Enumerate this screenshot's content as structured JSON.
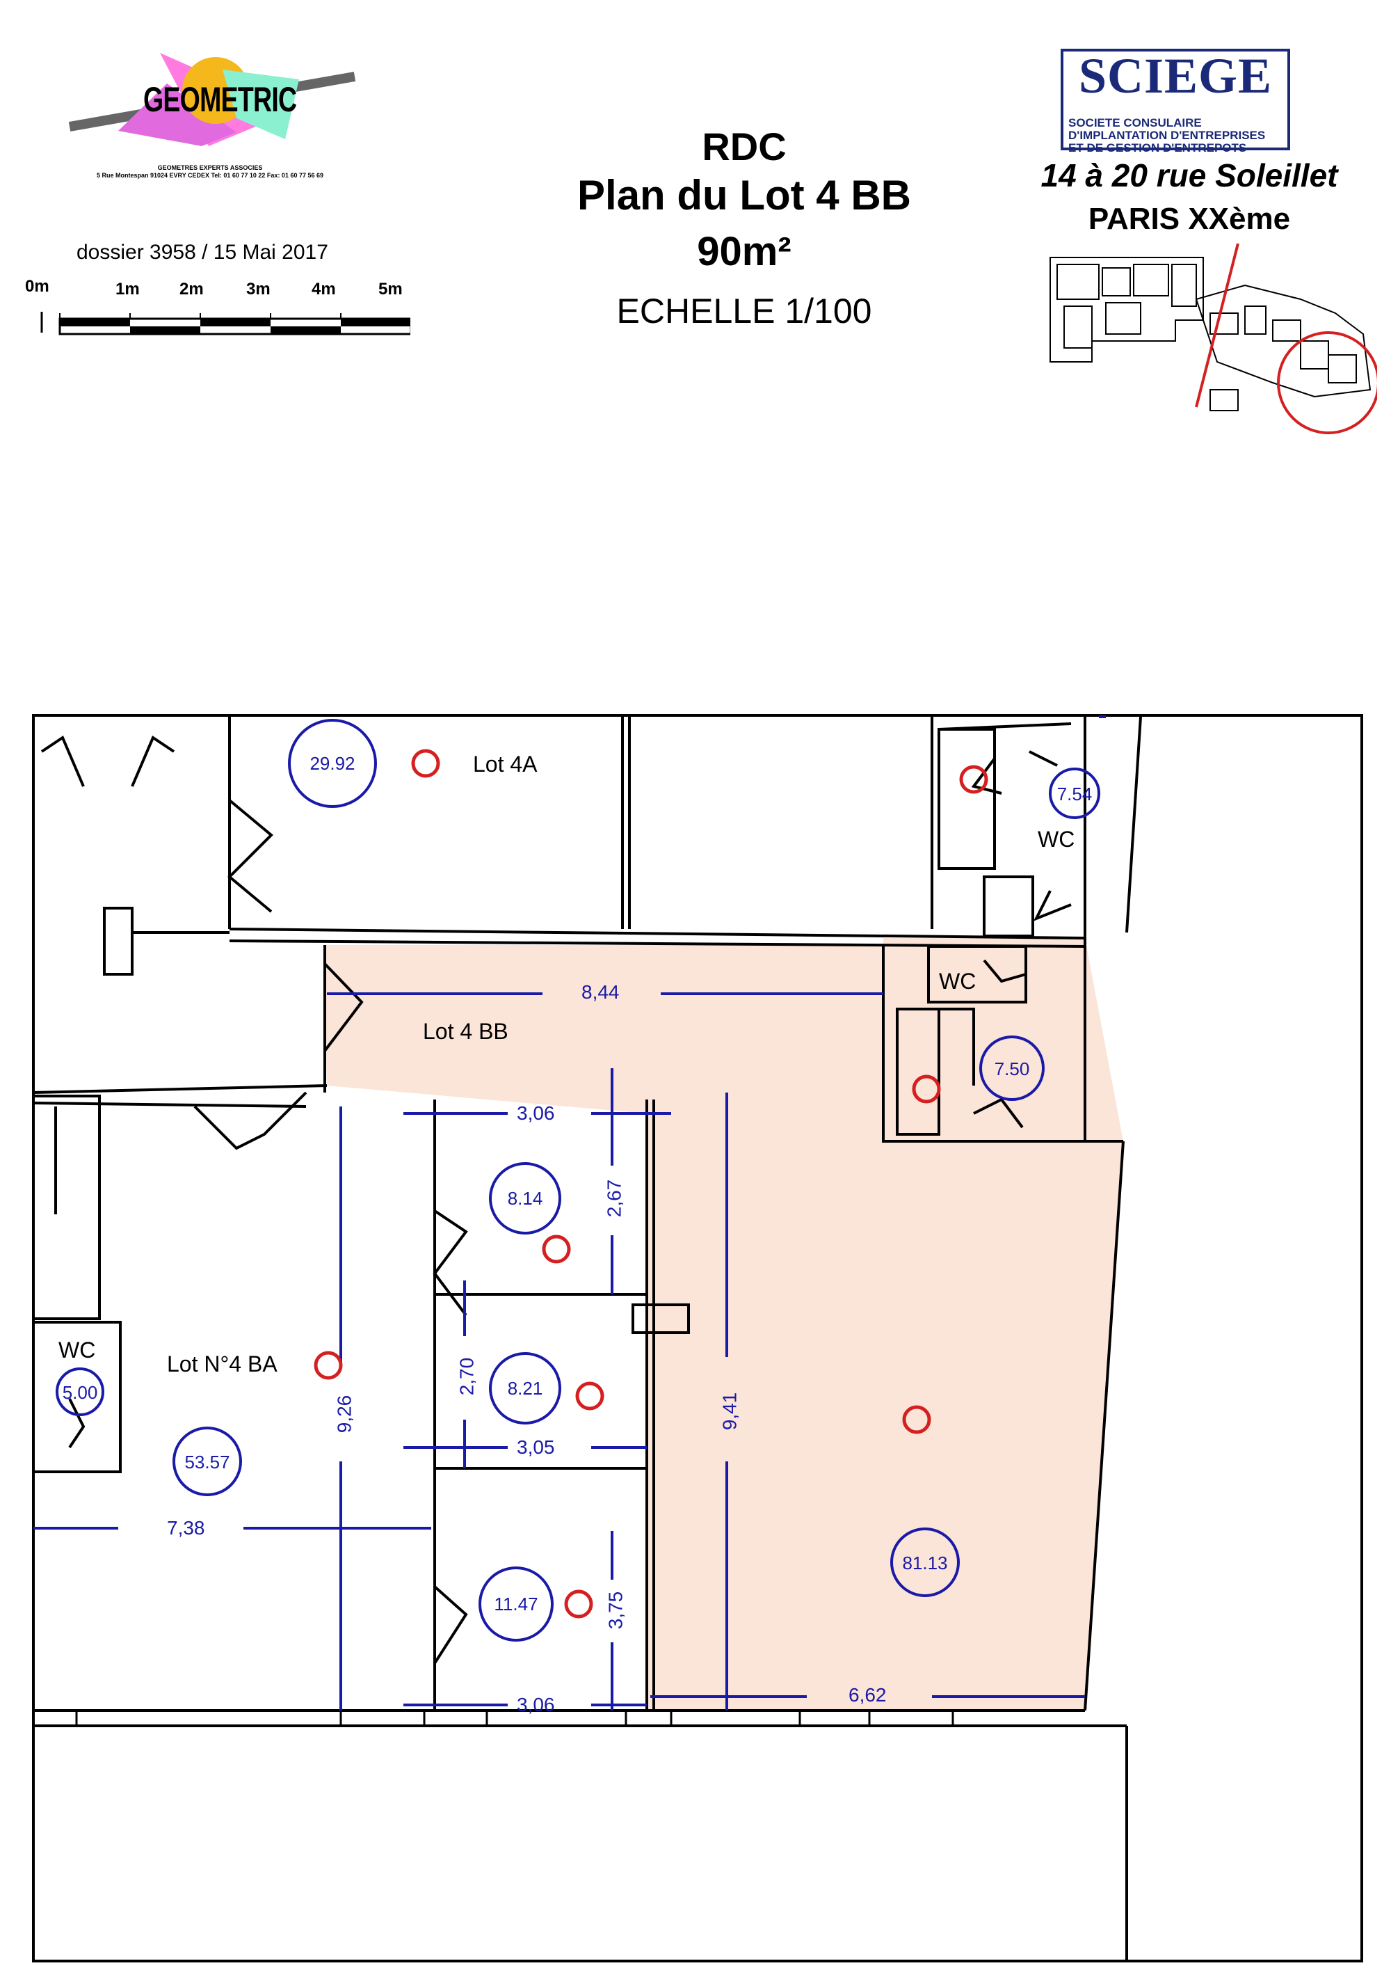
{
  "logo": {
    "name": "GEOMETRIC",
    "subtitle_line1": "GEOMETRES EXPERTS ASSOCIES",
    "subtitle_line2": "5 Rue Montespan 91024 EVRY CEDEX  Tel: 01 60 77 10 22 Fax: 01 60 77 56 69"
  },
  "dossier": "dossier 3958 / 15 Mai 2017",
  "scale_bar": {
    "labels": [
      "0m",
      "1m",
      "2m",
      "3m",
      "4m",
      "5m"
    ]
  },
  "title": {
    "level": "RDC",
    "plan": "Plan du Lot 4 BB",
    "area": "90m²",
    "scale": "ECHELLE 1/100"
  },
  "client": {
    "name": "SCIEGE",
    "line1": "SOCIETE CONSULAIRE",
    "line2": "D'IMPLANTATION D'ENTREPRISES",
    "line3": "ET DE GESTION D'ENTREPOTS",
    "address": "14 à 20  rue Soleillet",
    "city": "PARIS XXème"
  },
  "plan": {
    "lots": {
      "lot_4a": "Lot 4A",
      "lot_4bb": "Lot 4 BB",
      "lot_4ba": "Lot N°4 BA"
    },
    "wc": {
      "top_right": "WC",
      "mid": "WC",
      "left": "WC"
    },
    "areas": {
      "a_29_92": "29.92",
      "a_7_54": "7.54",
      "a_7_50": "7.50",
      "a_8_14": "8.14",
      "a_8_21": "8.21",
      "a_11_47": "11.47",
      "a_53_57": "53.57",
      "a_5_00": "5.00",
      "a_81_13": "81.13"
    },
    "dimensions": {
      "d_8_44": "8,44",
      "d_3_06_top": "3,06",
      "d_2_67": "2,67",
      "d_2_70": "2,70",
      "d_3_05": "3,05",
      "d_9_26": "9,26",
      "d_9_41": "9,41",
      "d_7_38": "7,38",
      "d_3_75": "3,75",
      "d_3_06_bottom": "3,06",
      "d_6_62": "6,62"
    },
    "colors": {
      "lot_fill": "#fbe4d8",
      "dimension": "#1a1aa8",
      "marker": "#d42020",
      "wall": "#000000"
    }
  }
}
